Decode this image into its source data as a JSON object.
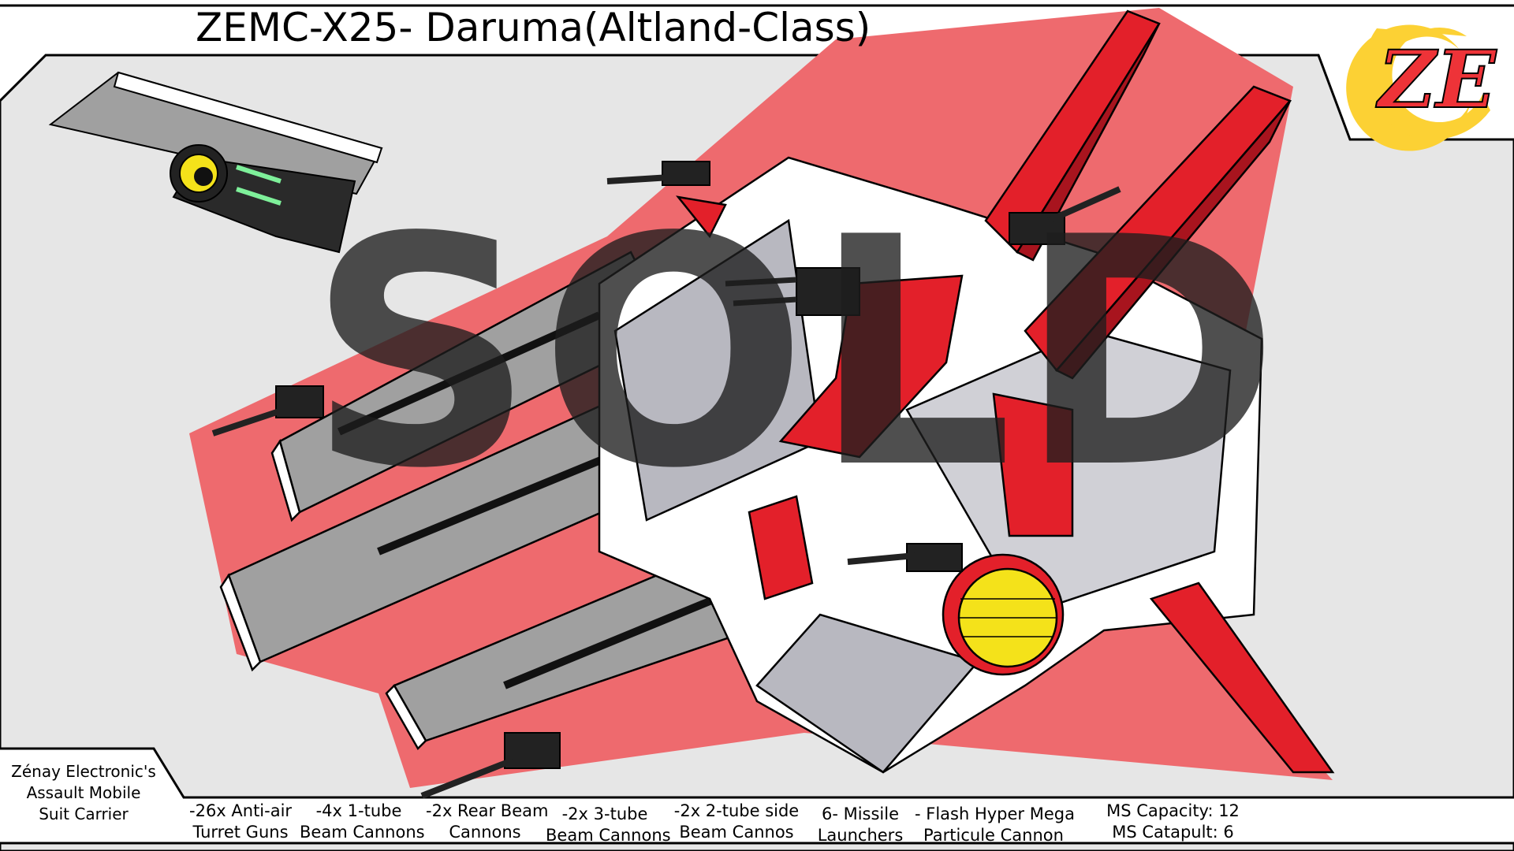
{
  "header": {
    "title": "ZEMC-X25- Daruma(Altland-Class)"
  },
  "logo": {
    "text": "ZE",
    "colors": {
      "letters": "#ee3338",
      "circle": "#fcd134"
    }
  },
  "watermark": {
    "text": "SOLD"
  },
  "maker": {
    "lines": [
      "Zénay Electronic's",
      "Assault Mobile",
      "Suit Carrier"
    ]
  },
  "specs": [
    {
      "line1": "-26x Anti-air",
      "line2": "Turret Guns"
    },
    {
      "line1": "-4x 1-tube",
      "line2": "Beam Cannons"
    },
    {
      "line1": "-2x Rear Beam",
      "line2": "Cannons"
    },
    {
      "line1": "-2x 3-tube",
      "line2": "Beam Cannons"
    },
    {
      "line1": "-2x 2-tube side",
      "line2": "Beam Cannos"
    },
    {
      "line1": "6- Missile",
      "line2": "Launchers"
    },
    {
      "line1": "- Flash Hyper Mega",
      "line2": "Particule Cannon"
    },
    {
      "line1": "MS Capacity: 12",
      "line2": "MS Catapult: 6"
    }
  ],
  "colors": {
    "red": "#e3202a",
    "dark_red": "#a8141e",
    "shadow": "#ee6a6e",
    "hull": "#ffffff",
    "grey": "#a0a0a0",
    "panel": "#e6e6e6"
  }
}
